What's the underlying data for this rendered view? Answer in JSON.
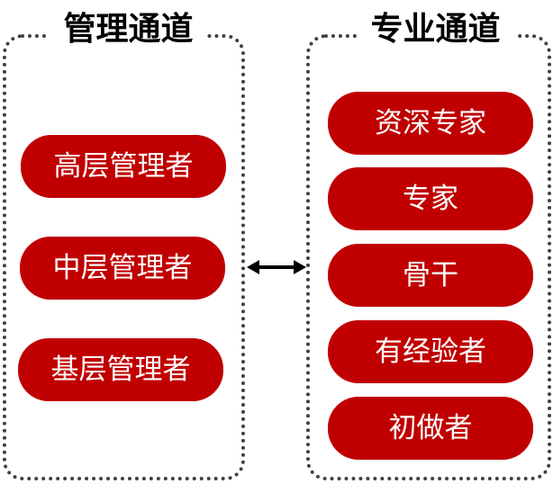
{
  "management": {
    "title": "管理通道",
    "levels": [
      "高层管理者",
      "中层管理者",
      "基层管理者"
    ]
  },
  "professional": {
    "title": "专业通道",
    "levels": [
      "资深专家",
      "专家",
      "骨干",
      "有经验者",
      "初做者"
    ]
  },
  "colors": {
    "pill_fill": "#c00000",
    "pill_text": "#ffffff",
    "frame_border": "#404040"
  }
}
